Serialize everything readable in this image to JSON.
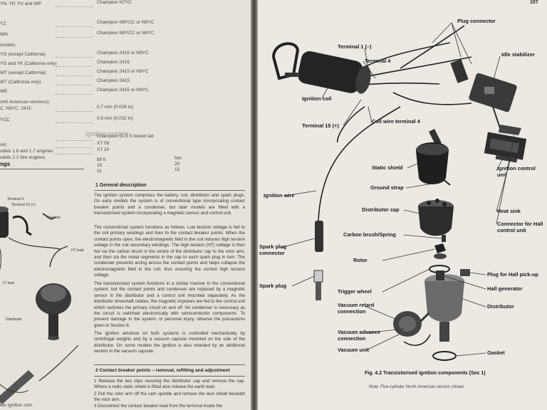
{
  "left_page": {
    "spec_rows": [
      {
        "label": "YN, YP, YU and WP",
        "value": "Champion N7YC"
      },
      {
        "label": "YZ",
        "value": "Champion N9YCC or N6YC"
      },
      {
        "label": "WN",
        "value": "Champion N9YCC or N6YC"
      },
      {
        "label": "models:",
        "value": ""
      },
      {
        "label": "YG (except California)",
        "value": "Champion 2415 or N9YC"
      },
      {
        "label": "YG and YK (California only)",
        "value": "Champion 2415"
      },
      {
        "label": "WT (except California)",
        "value": "Champion 2415 or N9YC"
      },
      {
        "label": "WT (California only)",
        "value": "Champion 2415"
      },
      {
        "label": "WE",
        "value": "Champion 2415 or N9YC"
      },
      {
        "label": "orth American versions):",
        "value": ""
      },
      {
        "label": "C, N9YC, 2415",
        "value": "0.7 mm (0.028 in)"
      },
      {
        "label": "YCC",
        "value": "0.8 mm (0.032 in)"
      },
      {
        "label": "",
        "value": "Champion CLS 5 boxed set"
      },
      {
        "label": "ce)",
        "value": "XT 09"
      },
      {
        "label": "odels 1.6 and 1.7 engines",
        "value": "XT 20"
      },
      {
        "label": "odels 2.2 litre engines",
        "value": ""
      }
    ],
    "heading_ignition": "Ignition system",
    "torque_heading": "ngs",
    "torque_cols": [
      "lbf ft",
      "Nm"
    ],
    "torque_rows": [
      [
        "15",
        "20"
      ],
      [
        "11",
        "15"
      ]
    ],
    "section1_title": "1  General description",
    "section1_paragraphs": [
      "The ignition system comprises the battery, coil, distributor and spark plugs. On early models the system is of conventional type incorporating contact breaker points and a condenser, but later models are fitted with a transistorised system incorporating a magnetic sensor and control unit.",
      "The conventional system functions as follows. Low tension voltage is fed to the coil primary windings and then to the contact breaker points. When the contact points open, the electromagnetic field in the coil induces high tension voltage in the coil secondary windings. The high tension (HT) voltage is then fed via the carbon brush in the centre of the distributor cap to the rotor arm, and then via the metal segments in the cap to each spark plug in turn. The condenser prevents arcing across the contact points and helps collapse the electromagnetic field in the coil, thus ensuring the correct high tension voltage.",
      "The transistorised system functions in a similar manner to the conventional system, but the contact points and condenser are replaced by a magnetic sensor in the distributor and a control unit mounted separately. As the distributor driveshaft rotates, the magnetic impulses are fed to the control unit which switches the primary circuit on and off. No condenser is necessary as the circuit is switched electronically with semiconductor components. To prevent damage to the system, or personal injury, observe the precautions given in Section 6.",
      "The ignition advance on both systems is controlled mechanically by centrifugal weights and by a vacuum capsule mounted on the side of the distributor. On some models the ignition is also retarded by an additional section in the vacuum capsule."
    ],
    "section2_title": "2  Contact breaker points – removal, refitting and adjustment",
    "section2_lines": [
      "1  Release the two clips securing the distributor cap and remove the cap. Where a radio static shield is fitted also release the earth lead.",
      "2  Pull the rotor arm off the cam spindle and remove the dust shield beneath the rotor arm.",
      "3  Disconnect the contact breaker lead from the terminal inside the"
    ],
    "figure_labels": [
      "Terminal 4",
      "Terminal 15 (+)",
      "Coil wire",
      "HT lead",
      "LT lead",
      "Distributor"
    ],
    "bottom_text": "ker ignition com"
  },
  "right_page": {
    "page_number": "107",
    "labels": {
      "plug_connector": "Plug connector",
      "terminal_1": "Terminal 1 (–)",
      "terminal_4": "Terminal 4",
      "idle_stabilizer": "Idle stabilizer",
      "ignition_coil": "Ignition coil",
      "terminal_15": "Terminal 15 (+)",
      "coil_wire_terminal_4": "Coil wire terminal 4",
      "static_shield": "Static shield",
      "ground_strap": "Ground strap",
      "ignition_wire": "Ignition wire",
      "distributor_cap": "Distributor cap",
      "ignition_control_unit": "Ignition control unit",
      "heat_sink": "Heat sink",
      "connector_hall": "Connector for Hall control unit",
      "carbon_brush": "Carbon brush/Spring",
      "spark_plug_connector": "Spark plug connector",
      "rotor": "Rotor",
      "spark_plug": "Spark plug",
      "plug_hall": "Plug for Hall pick-up",
      "trigger_wheel": "Trigger wheel",
      "hall_generator": "Hall generator",
      "vacuum_retard": "Vacuum retard connection",
      "distributor": "Distributor",
      "vacuum_advance": "Vacuum advance connection",
      "vacuum_unit": "Vacuum unit",
      "gasket": "Gasket"
    },
    "caption": "Fig. 4.2 Transistorised ignition components (Sec 1)",
    "note": "Note: Five-cylinder North American version shown"
  }
}
